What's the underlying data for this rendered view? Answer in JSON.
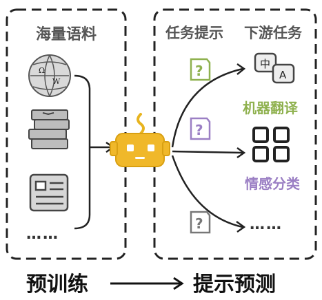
{
  "left_panel": {
    "title": "海量语料",
    "more_label": "……"
  },
  "right_panel": {
    "title_prompt": "任务提示",
    "title_tasks": "下游任务",
    "tasks": [
      {
        "label": "机器翻译",
        "color": "#8fb14f",
        "icon": "translate-icon"
      },
      {
        "label": "情感分类",
        "color": "#9b7fc4",
        "icon": "grid-icon"
      },
      {
        "label": "……",
        "icon": "none"
      }
    ],
    "prompt_colors": [
      "#8fb14f",
      "#9b7fc4",
      "#777777"
    ],
    "translate_icon_chars": {
      "left": "中",
      "right": "A"
    }
  },
  "bottom": {
    "left_label": "预训练",
    "right_label": "提示预测"
  },
  "colors": {
    "robot": "#e8b41f",
    "stroke": "#222222"
  }
}
